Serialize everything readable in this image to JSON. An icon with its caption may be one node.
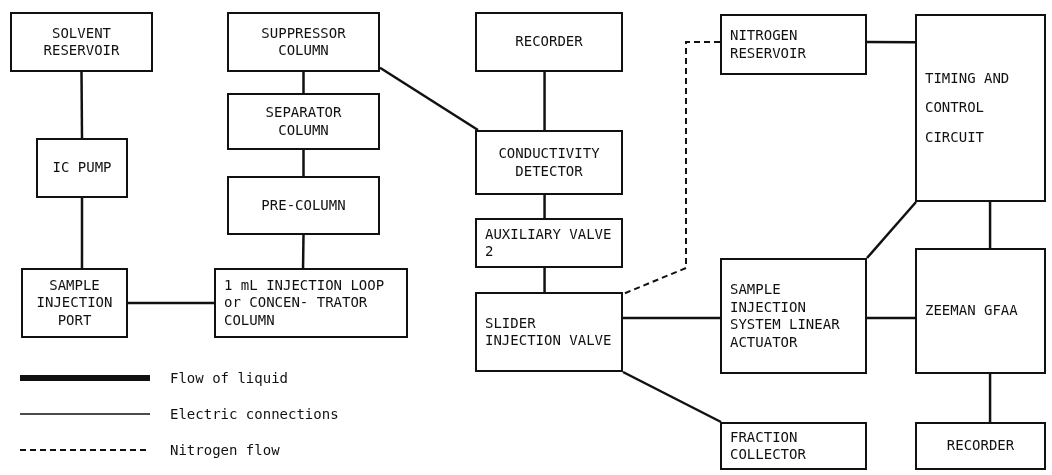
{
  "diagram": {
    "nodes": [
      {
        "text": [
          "SOLVENT RESERVOIR"
        ]
      },
      {
        "text": [
          "IC PUMP"
        ]
      },
      {
        "text": [
          "SAMPLE INJECTION PORT"
        ]
      },
      {
        "text": [
          "SUPPRESSOR COLUMN"
        ]
      },
      {
        "text": [
          "SEPARATOR COLUMN"
        ]
      },
      {
        "text": [
          "PRE-COLUMN"
        ]
      },
      {
        "text": [
          "1 mL INJECTION LOOP or CONCEN- TRATOR COLUMN"
        ]
      },
      {
        "text": [
          "RECORDER"
        ]
      },
      {
        "text": [
          "CONDUCTIVITY DETECTOR"
        ]
      },
      {
        "text": [
          "AUXILIARY VALVE 2"
        ]
      },
      {
        "text": [
          "SLIDER INJECTION VALVE"
        ]
      },
      {
        "text": [
          "NITROGEN RESERVOIR"
        ]
      },
      {
        "text": [
          "TIMING AND CONTROL CIRCUIT"
        ]
      },
      {
        "text": [
          "SAMPLE INJECTION SYSTEM LINEAR ACTUATOR"
        ]
      },
      {
        "text": [
          "ZEEMAN GFAA"
        ]
      },
      {
        "text": [
          "FRACTION COLLECTOR"
        ]
      },
      {
        "text": [
          "RECORDER"
        ]
      }
    ],
    "edges": [
      {
        "from": 0,
        "to": 1,
        "arrow": "none"
      },
      {
        "from": 1,
        "to": 2,
        "arrow": "none"
      },
      {
        "from": 2,
        "to": 6,
        "arrow": "none"
      },
      {
        "from": 6,
        "to": 5,
        "arrow": "none"
      },
      {
        "from": 5,
        "to": 4,
        "arrow": "none"
      },
      {
        "from": 4,
        "to": 3,
        "arrow": "none"
      },
      {
        "from": 3,
        "to": 8,
        "arrow": "none"
      },
      {
        "from": 7,
        "to": 8,
        "arrow": "none"
      },
      {
        "from": 8,
        "to": 9,
        "arrow": "none"
      },
      {
        "from": 9,
        "to": 10,
        "arrow": "none"
      },
      {
        "from": 11,
        "to": 10,
        "arrow": "none",
        "style": "dashed"
      },
      {
        "from": 11,
        "to": 12,
        "arrow": "none"
      },
      {
        "from": 10,
        "to": 13,
        "arrow": "none"
      },
      {
        "from": 13,
        "to": 14,
        "arrow": "none"
      },
      {
        "from": 12,
        "to": 13,
        "arrow": "none"
      },
      {
        "from": 12,
        "to": 14,
        "arrow": "none"
      },
      {
        "from": 14,
        "to": 16,
        "arrow": "none"
      },
      {
        "from": 10,
        "to": 15,
        "arrow": "none"
      }
    ],
    "legend": [
      {
        "text": "Flow of liquid"
      },
      {
        "text": "Electric connections"
      },
      {
        "text": "Nitrogen flow"
      }
    ]
  }
}
